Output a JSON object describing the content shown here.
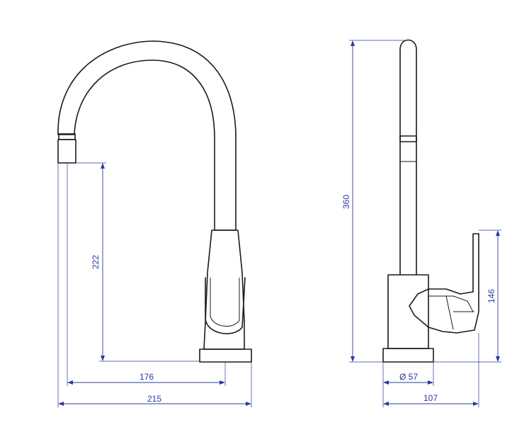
{
  "dimensions": {
    "front_height": "222",
    "front_reach": "176",
    "front_width": "215",
    "side_height": "360",
    "side_lever_height": "146",
    "side_base_diameter": "Ø 57",
    "side_depth": "107"
  },
  "colors": {
    "dimension_line": "#2b3aa0",
    "outline": "#1a1a1a",
    "background": "#ffffff"
  }
}
